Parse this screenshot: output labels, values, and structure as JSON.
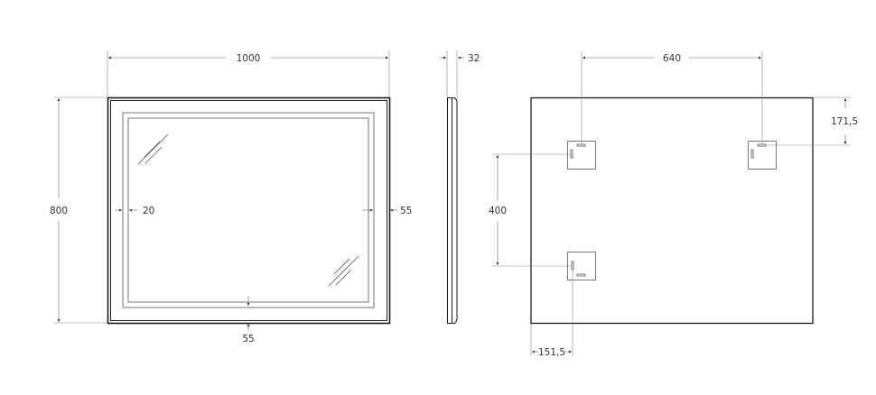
{
  "colors": {
    "outline": "#1a1a1a",
    "inner_line": "#8a8a8a",
    "dim_line": "#888888",
    "text": "#333333",
    "background": "#ffffff"
  },
  "front_view": {
    "width_label": "1000",
    "height_label": "800",
    "inner_offset_label": "20",
    "side_margin_label": "55",
    "bottom_margin_label": "55"
  },
  "side_view": {
    "depth_label": "32"
  },
  "back_view": {
    "bracket_spacing_label": "640",
    "top_offset_label": "171,5",
    "vertical_spacing_label": "400",
    "left_offset_label": "151,5"
  }
}
